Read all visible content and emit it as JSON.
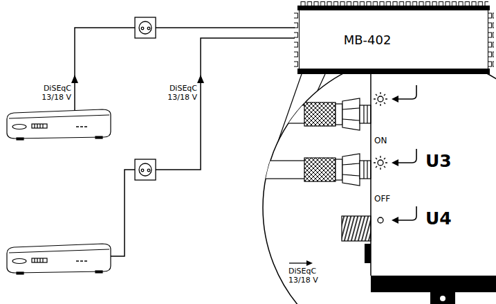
{
  "diagram": {
    "nodes": [
      {
        "text": [
          "MB-402"
        ]
      }
    ],
    "labels": [
      "DiSEqC 13/18 V",
      "DiSEqC 13/18 V",
      "DiSEqC 13/18 V",
      "ON",
      "U3",
      "OFF",
      "U4"
    ]
  }
}
